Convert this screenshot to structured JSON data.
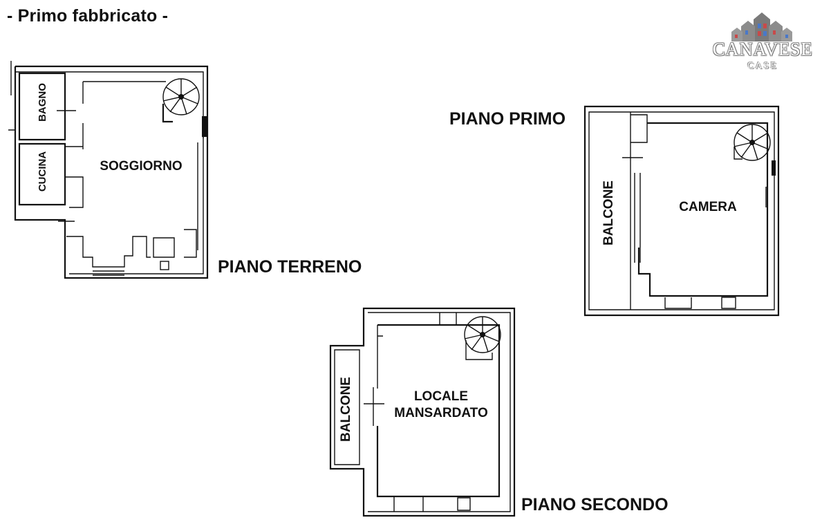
{
  "heading": "- Primo fabbricato -",
  "logo": {
    "name": "CANAVESE",
    "sub": "CASE",
    "colors": {
      "outline": "#8a8a8a",
      "roof": "#555555",
      "window_blue": "#4a78c8",
      "window_red": "#c84a4a"
    }
  },
  "floors": {
    "ground": {
      "label": "PIANO TERRENO",
      "rooms": {
        "bagno": "BAGNO",
        "cucina": "CUCINA",
        "soggiorno": "SOGGIORNO"
      }
    },
    "first": {
      "label": "PIANO PRIMO",
      "rooms": {
        "balcone": "BALCONE",
        "camera": "CAMERA"
      }
    },
    "second": {
      "label": "PIANO SECONDO",
      "rooms": {
        "balcone": "BALCONE",
        "locale_line1": "LOCALE",
        "locale_line2": "MANSARDATO"
      }
    }
  }
}
